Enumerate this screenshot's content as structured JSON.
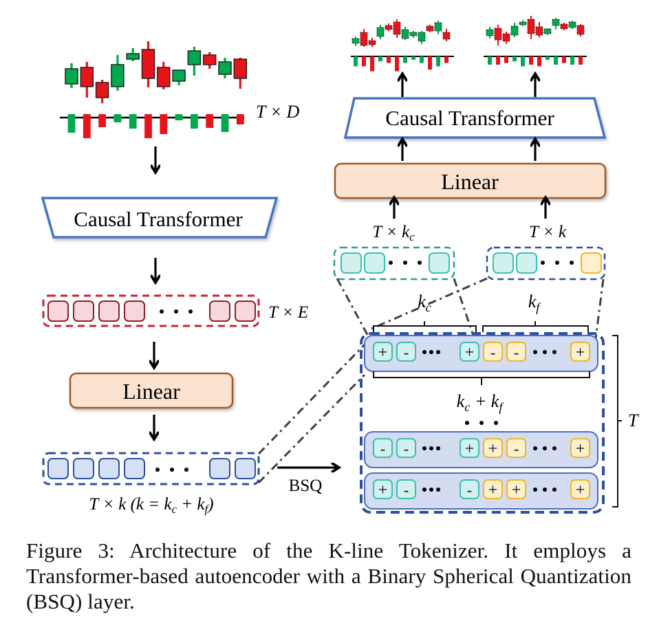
{
  "figure": {
    "left_column": {
      "input_dim_label": "T × D",
      "encoder_label": "Causal Transformer",
      "embedding_dim_label": "T × E",
      "linear_label": "Linear",
      "latent_dim_label": "T × k (k = k_c + k_f)",
      "bsq_label": "BSQ",
      "embedding_token_count_visible": 6,
      "latent_token_count_visible": 6
    },
    "right_column": {
      "decoder_label": "Causal Transformer",
      "linear_label": "Linear",
      "coarse_dim_label": "T × k_c",
      "full_dim_label": "T × k",
      "kc_label": "k_c",
      "kf_label": "k_f",
      "sum_label": "k_c + k_f",
      "time_label": "T",
      "coarse_tokens": [
        "coarse",
        "coarse",
        "coarse"
      ],
      "full_tokens": [
        "coarse",
        "coarse",
        "fine"
      ],
      "bsq_rows": [
        {
          "coarse": [
            "+",
            "-",
            "+"
          ],
          "fine": [
            "-",
            "-",
            "+"
          ]
        },
        {
          "coarse": [
            "-",
            "-",
            "+"
          ],
          "fine": [
            "+",
            "-",
            "+"
          ]
        },
        {
          "coarse": [
            "+",
            "-",
            "-"
          ],
          "fine": [
            "+",
            "+",
            "+"
          ]
        }
      ],
      "ellipsis": "• • •"
    },
    "candles": {
      "input": [
        {
          "o": 40,
          "c": 62,
          "h": 70,
          "l": 34
        },
        {
          "o": 64,
          "c": 36,
          "h": 72,
          "l": 20
        },
        {
          "o": 42,
          "c": 20,
          "h": 46,
          "l": 12
        },
        {
          "o": 36,
          "c": 68,
          "h": 82,
          "l": 30
        },
        {
          "o": 76,
          "c": 84,
          "h": 92,
          "l": 73
        },
        {
          "o": 90,
          "c": 48,
          "h": 102,
          "l": 35
        },
        {
          "o": 64,
          "c": 36,
          "h": 72,
          "l": 32
        },
        {
          "o": 44,
          "c": 60,
          "h": 60,
          "l": 38
        },
        {
          "o": 68,
          "c": 88,
          "h": 94,
          "l": 52
        },
        {
          "o": 82,
          "c": 68,
          "h": 86,
          "l": 62
        },
        {
          "o": 54,
          "c": 72,
          "h": 78,
          "l": 48
        },
        {
          "o": 76,
          "c": 48,
          "h": 78,
          "l": 33
        }
      ],
      "input_volume": [
        {
          "v": 27,
          "up": true
        },
        {
          "v": 35,
          "up": false
        },
        {
          "v": 19,
          "up": false
        },
        {
          "v": 12,
          "up": true
        },
        {
          "v": 21,
          "up": true
        },
        {
          "v": 35,
          "up": false
        },
        {
          "v": 29,
          "up": false
        },
        {
          "v": 9,
          "up": true
        },
        {
          "v": 21,
          "up": true
        },
        {
          "v": 20,
          "up": false
        },
        {
          "v": 26,
          "up": true
        },
        {
          "v": 15,
          "up": false
        }
      ],
      "output_a": [
        {
          "o": 30,
          "c": 44,
          "h": 50,
          "l": 22
        },
        {
          "o": 62,
          "c": 24,
          "h": 72,
          "l": 20
        },
        {
          "o": 38,
          "c": 26,
          "h": 46,
          "l": 20
        },
        {
          "o": 50,
          "c": 76,
          "h": 84,
          "l": 42
        },
        {
          "o": 82,
          "c": 70,
          "h": 88,
          "l": 66
        },
        {
          "o": 92,
          "c": 56,
          "h": 100,
          "l": 46
        },
        {
          "o": 44,
          "c": 70,
          "h": 78,
          "l": 40
        },
        {
          "o": 52,
          "c": 62,
          "h": 66,
          "l": 46
        },
        {
          "o": 36,
          "c": 62,
          "h": 66,
          "l": 28
        },
        {
          "o": 80,
          "c": 66,
          "h": 84,
          "l": 62
        },
        {
          "o": 66,
          "c": 90,
          "h": 96,
          "l": 56
        },
        {
          "o": 62,
          "c": 42,
          "h": 72,
          "l": 36
        }
      ],
      "output_a_volume": [
        {
          "v": 18,
          "up": true
        },
        {
          "v": 18,
          "up": false
        },
        {
          "v": 27,
          "up": false
        },
        {
          "v": 9,
          "up": true
        },
        {
          "v": 12,
          "up": false
        },
        {
          "v": 27,
          "up": false
        },
        {
          "v": 12,
          "up": true
        },
        {
          "v": 6,
          "up": true
        },
        {
          "v": 12,
          "up": true
        },
        {
          "v": 24,
          "up": false
        },
        {
          "v": 18,
          "up": true
        },
        {
          "v": 12,
          "up": false
        }
      ],
      "output_b": [
        {
          "o": 52,
          "c": 70,
          "h": 78,
          "l": 44
        },
        {
          "o": 74,
          "c": 40,
          "h": 84,
          "l": 24
        },
        {
          "o": 58,
          "c": 36,
          "h": 64,
          "l": 28
        },
        {
          "o": 54,
          "c": 80,
          "h": 90,
          "l": 48
        },
        {
          "o": 84,
          "c": 92,
          "h": 98,
          "l": 80
        },
        {
          "o": 100,
          "c": 58,
          "h": 110,
          "l": 42
        },
        {
          "o": 78,
          "c": 54,
          "h": 92,
          "l": 48
        },
        {
          "o": 58,
          "c": 72,
          "h": 74,
          "l": 54
        },
        {
          "o": 82,
          "c": 100,
          "h": 104,
          "l": 70
        },
        {
          "o": 86,
          "c": 72,
          "h": 90,
          "l": 68
        },
        {
          "o": 76,
          "c": 92,
          "h": 96,
          "l": 72
        },
        {
          "o": 82,
          "c": 56,
          "h": 86,
          "l": 50
        }
      ],
      "output_b_volume": [
        {
          "v": 15,
          "up": true
        },
        {
          "v": 15,
          "up": false
        },
        {
          "v": 12,
          "up": false
        },
        {
          "v": 9,
          "up": true
        },
        {
          "v": 18,
          "up": true
        },
        {
          "v": 15,
          "up": false
        },
        {
          "v": 18,
          "up": false
        },
        {
          "v": 6,
          "up": true
        },
        {
          "v": 15,
          "up": true
        },
        {
          "v": 12,
          "up": false
        },
        {
          "v": 15,
          "up": true
        },
        {
          "v": 15,
          "up": false
        }
      ]
    },
    "colors": {
      "up": "#00a94f",
      "down": "#e8141b",
      "transformer_border": "#4a72c4",
      "linear_fill": "#fbe3d0",
      "linear_border": "#9a5a2a",
      "embed_border": "#d0202e",
      "embed_fill": "#f8d7dc",
      "latent_border": "#2e4f9e",
      "latent_fill": "#d6e0f4",
      "coarse_border": "#3dbfb1",
      "coarse_fill": "#d2f1ee",
      "fine_border": "#f0b722",
      "fine_fill": "#fdf0cd",
      "row_fill": "#d3dcf1",
      "row_border": "#4a6cc0",
      "teal_dashed": "#2a9d8f",
      "connector": "#404040"
    }
  },
  "caption": {
    "text": "Figure 3: Architecture of the K-line Tokenizer. It employs a Transformer-based autoencoder with a Binary Spherical Quantization (BSQ) layer."
  }
}
